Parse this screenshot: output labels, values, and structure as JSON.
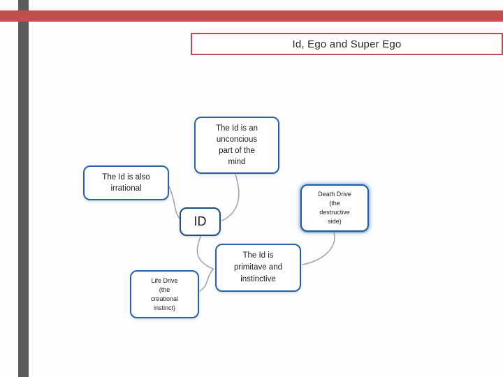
{
  "slide": {
    "title": "Id, Ego and Super Ego"
  },
  "colors": {
    "accent_red": "#C0504D",
    "title_border_red": "#B4504D",
    "side_bar_gray": "#5B5B5B",
    "node_border_blue": "#2563A8",
    "id_node_border_blue": "#1E4E7E",
    "death_node_glow_blue": "#8DB4E2",
    "connector_gray": "#A6A6A6",
    "text_dark": "#1a1a1a"
  },
  "diagram": {
    "nodes": {
      "unconscious": {
        "label": "The Id is an\nunconcious\npart of the\nmind"
      },
      "irrational": {
        "label": "The Id is also\nirrational"
      },
      "id": {
        "label": "ID"
      },
      "death_drive": {
        "label": "Death Drive\n(the\ndestructive\nside)"
      },
      "primitive": {
        "label": "The Id is\nprimitave and\ninstinctive"
      },
      "life_drive": {
        "label": "Life Drive\n(the\ncreational\ninstinct)"
      }
    },
    "connections": [
      {
        "from": "unconscious",
        "to": "id"
      },
      {
        "from": "irrational",
        "to": "id"
      },
      {
        "from": "id",
        "to": "primitive"
      },
      {
        "from": "death_drive",
        "to": "primitive"
      },
      {
        "from": "life_drive",
        "to": "primitive"
      }
    ]
  }
}
